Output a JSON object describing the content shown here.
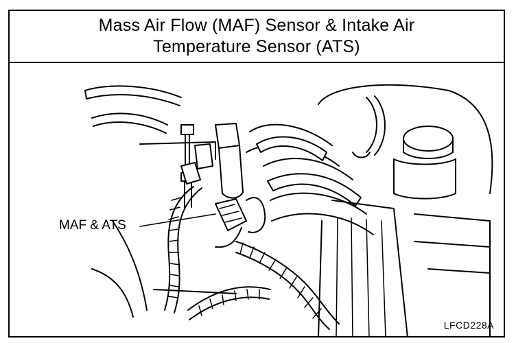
{
  "title": {
    "line1": "Mass Air Flow (MAF) Sensor & Intake Air",
    "line2": "Temperature Sensor (ATS)"
  },
  "callout": {
    "label": "MAF & ATS"
  },
  "figure_code": "LFCD228A"
}
